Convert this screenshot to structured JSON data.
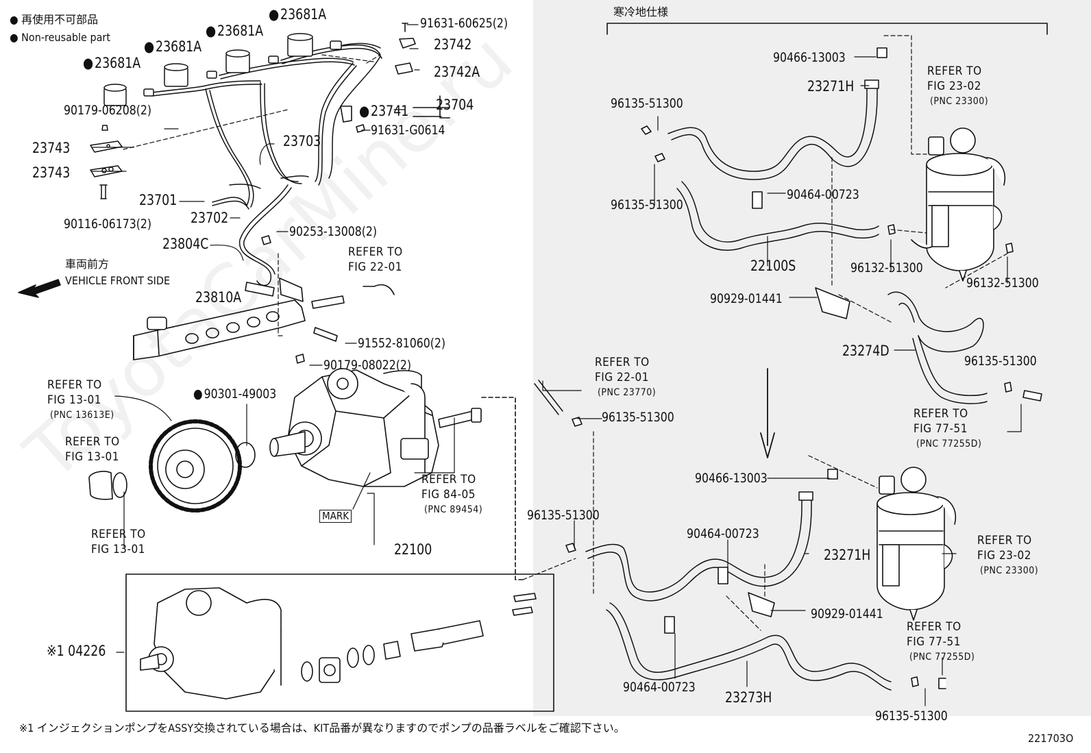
{
  "legend": {
    "jp": "● 再使用不可部品",
    "en": "● Non-reusable part"
  },
  "cold_area_spec": "寒冷地仕様",
  "front": {
    "jp": "車両前方",
    "en": "VEHICLE FRONT SIDE"
  },
  "footnote": "※1 インジェクションポンプをASSY交換されている場合は、KIT品番が異なりますのでポンプの品番ラベルをご確認下さい。",
  "figure_id": "221703O",
  "watermark": "ToyotaCarMine.ru",
  "mark_label": "MARK",
  "labels": {
    "p23681A_1": "23681A",
    "p23681A_2": "23681A",
    "p23681A_3": "23681A",
    "p23681A_4": "23681A",
    "p90179_06208": "90179-06208(2)",
    "p23743_a": "23743",
    "p23743_b": "23743",
    "p90116_06173": "90116-06173(2)",
    "p23701": "23701",
    "p23702": "23702",
    "p23703": "23703",
    "p23804C": "23804C",
    "p23810A": "23810A",
    "p91631_60625": "91631-60625(2)",
    "p23742": "23742",
    "p23742A": "23742A",
    "p23741": "23741",
    "p23704": "23704",
    "p91631_G0614": "91631-G0614",
    "p90253_13008": "90253-13008(2)",
    "p91552_81060": "91552-81060(2)",
    "p90179_08022": "90179-08022(2)",
    "p90301_49003": "90301-49003",
    "p22100": "22100",
    "p04226": "※1 04226",
    "p90466_13003_a": "90466-13003",
    "p23271H_a": "23271H",
    "p96135_51300_a": "96135-51300",
    "p96135_51300_b": "96135-51300",
    "p90464_00723_a": "90464-00723",
    "p22100S": "22100S",
    "p96132_51300_a": "96132-51300",
    "p96132_51300_b": "96132-51300",
    "p90929_01441_a": "90929-01441",
    "p23274D": "23274D",
    "p96135_51300_c": "96135-51300",
    "p96135_51300_d": "96135-51300",
    "p90466_13003_b": "90466-13003",
    "p96135_51300_e": "96135-51300",
    "p90464_00723_b": "90464-00723",
    "p23271H_b": "23271H",
    "p90929_01441_b": "90929-01441",
    "p90464_00723_c": "90464-00723",
    "p23273H": "23273H",
    "p96135_51300_f": "96135-51300"
  },
  "refers": {
    "r1": {
      "line1": "REFER TO",
      "line2": "FIG 22-01",
      "pnc": ""
    },
    "r2": {
      "line1": "REFER TO",
      "line2": "FIG 13-01",
      "pnc": "(PNC 13613E)"
    },
    "r3": {
      "line1": "REFER TO",
      "line2": "FIG 13-01",
      "pnc": ""
    },
    "r4": {
      "line1": "REFER TO",
      "line2": "FIG 13-01",
      "pnc": ""
    },
    "r5": {
      "line1": "REFER TO",
      "line2": "FIG 84-05",
      "pnc": "(PNC 89454)"
    },
    "r6": {
      "line1": "REFER TO",
      "line2": "FIG 22-01",
      "pnc": "(PNC 23770)"
    },
    "r7": {
      "line1": "REFER TO",
      "line2": "FIG 23-02",
      "pnc": "(PNC 23300)"
    },
    "r8": {
      "line1": "REFER TO",
      "line2": "FIG 77-51",
      "pnc": "(PNC 77255D)"
    },
    "r9": {
      "line1": "REFER TO",
      "line2": "FIG 23-02",
      "pnc": "(PNC 23300)"
    },
    "r10": {
      "line1": "REFER TO",
      "line2": "FIG 77-51",
      "pnc": "(PNC 77255D)"
    }
  }
}
